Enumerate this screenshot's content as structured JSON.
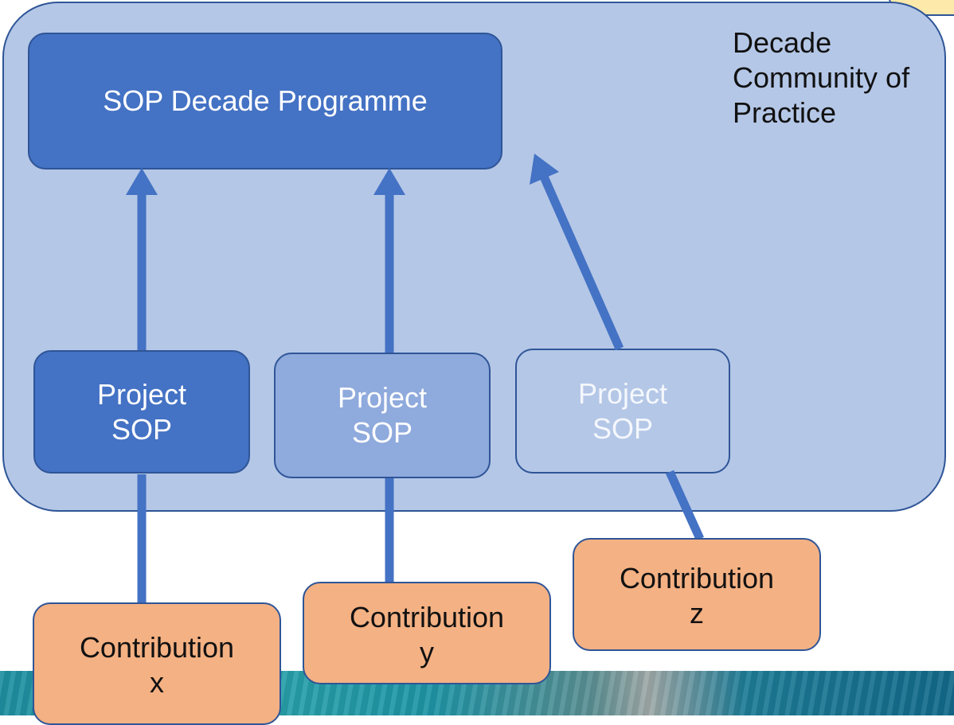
{
  "community": {
    "label": "Decade Community of Practice"
  },
  "programme": {
    "label": "SOP Decade Programme"
  },
  "projects": [
    {
      "line1": "Project",
      "line2": "SOP"
    },
    {
      "line1": "Project",
      "line2": "SOP"
    },
    {
      "line1": "Project",
      "line2": "SOP"
    }
  ],
  "contributions": [
    {
      "line1": "Contribution",
      "line2": "x"
    },
    {
      "line1": "Contribution",
      "line2": "y"
    },
    {
      "line1": "Contribution",
      "line2": "z"
    }
  ],
  "colors": {
    "community_fill": "#b4c7e7",
    "programme_fill": "#4472c4",
    "arrow": "#4472c4",
    "contribution_fill": "#f4b183",
    "outline": "#2f5597"
  }
}
